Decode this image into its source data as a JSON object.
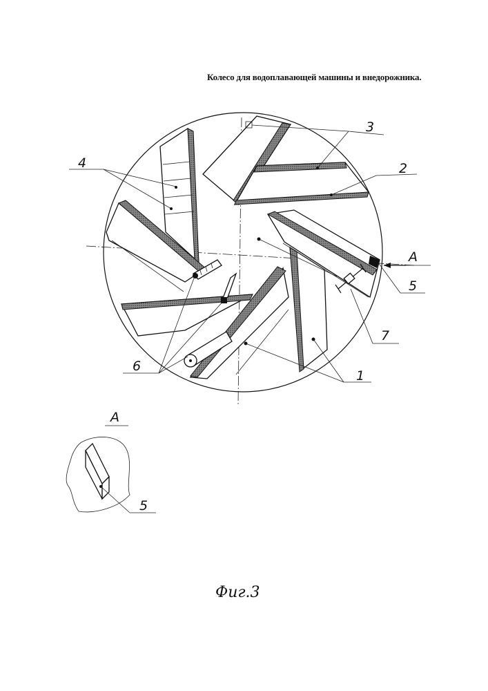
{
  "title": "Колесо для водоплавающей машины и внедорожника.",
  "labels": {
    "one": "1",
    "two": "2",
    "three": "3",
    "four": "4",
    "five": "5",
    "six": "6",
    "seven": "7",
    "section_a": "A",
    "detail_a": "A",
    "detail_five": "5"
  },
  "caption": "Фиг.3"
}
